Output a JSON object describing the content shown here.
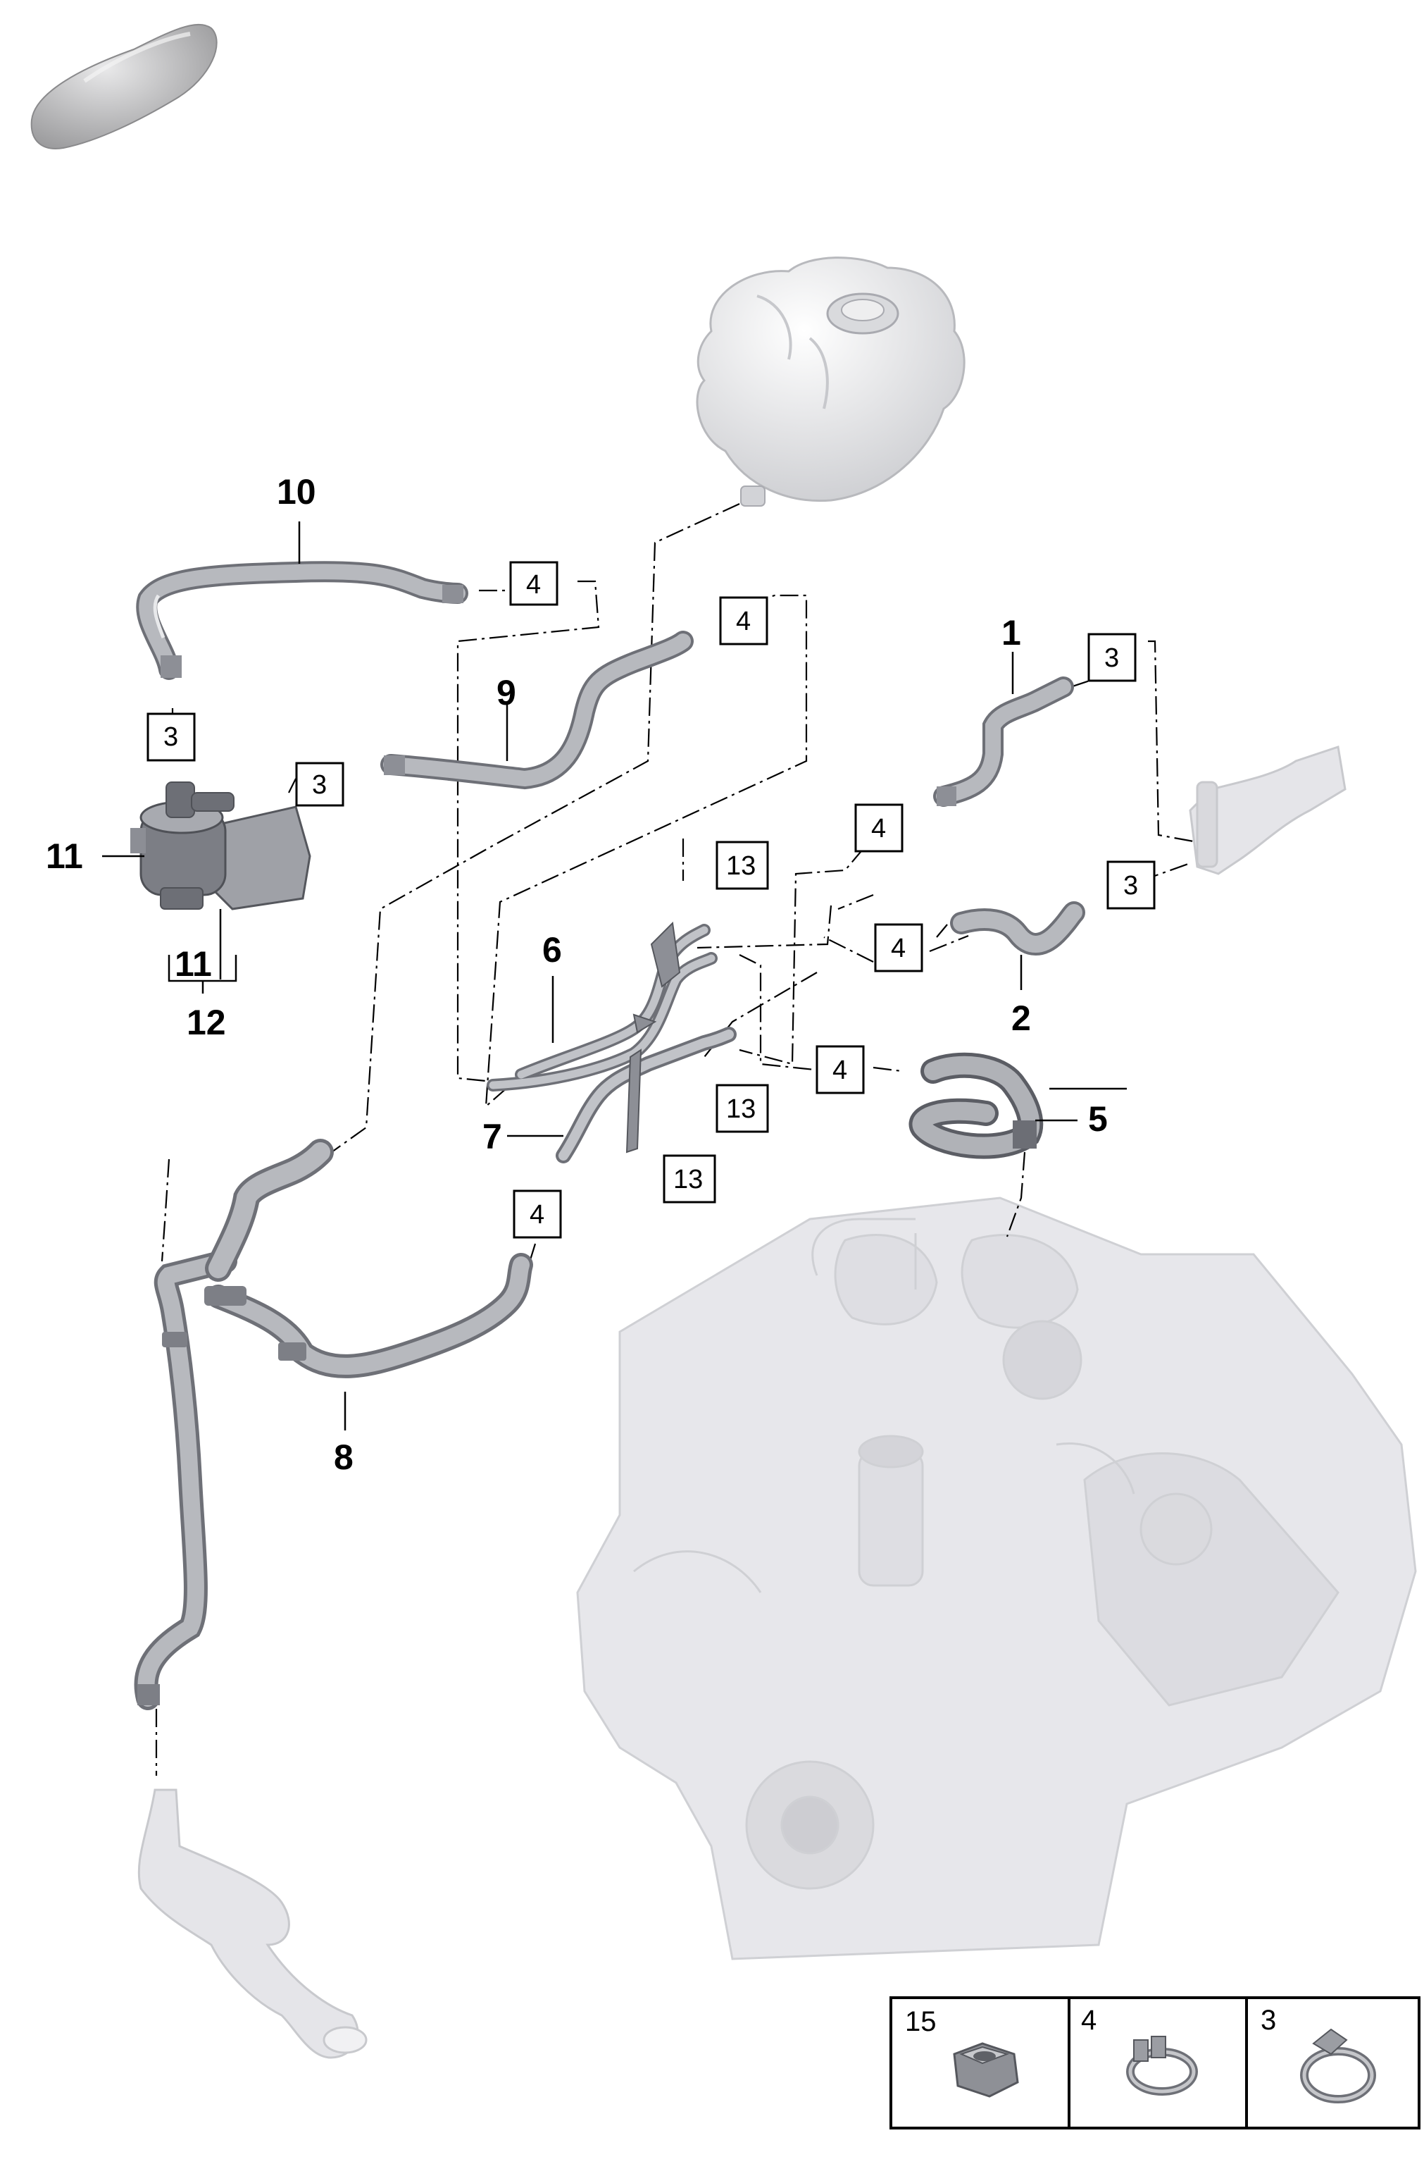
{
  "callouts": {
    "part_1": "1",
    "part_2": "2",
    "part_5": "5",
    "part_6": "6",
    "part_7": "7",
    "part_8": "8",
    "part_9": "9",
    "part_10": "10",
    "part_11_left": "11",
    "part_11_bracket": "11",
    "part_12": "12"
  },
  "boxed_refs": {
    "r4_hose10": "4",
    "r4_hose9": "4",
    "r3_pump_top": "3",
    "r3_pump_side": "3",
    "r3_part1": "3",
    "r4_part1": "4",
    "r13_top": "13",
    "r3_part2": "3",
    "r4_part2": "4",
    "r4_part5": "4",
    "r13_mid": "13",
    "r13_low": "13",
    "r4_part7": "4"
  },
  "legend": {
    "cell_15": "15",
    "cell_4": "4",
    "cell_3": "3"
  },
  "colors": {
    "hose": "#9a9ca3",
    "hose_light": "#c9cace",
    "ghost": "#e4e4e8",
    "line": "#000000"
  }
}
